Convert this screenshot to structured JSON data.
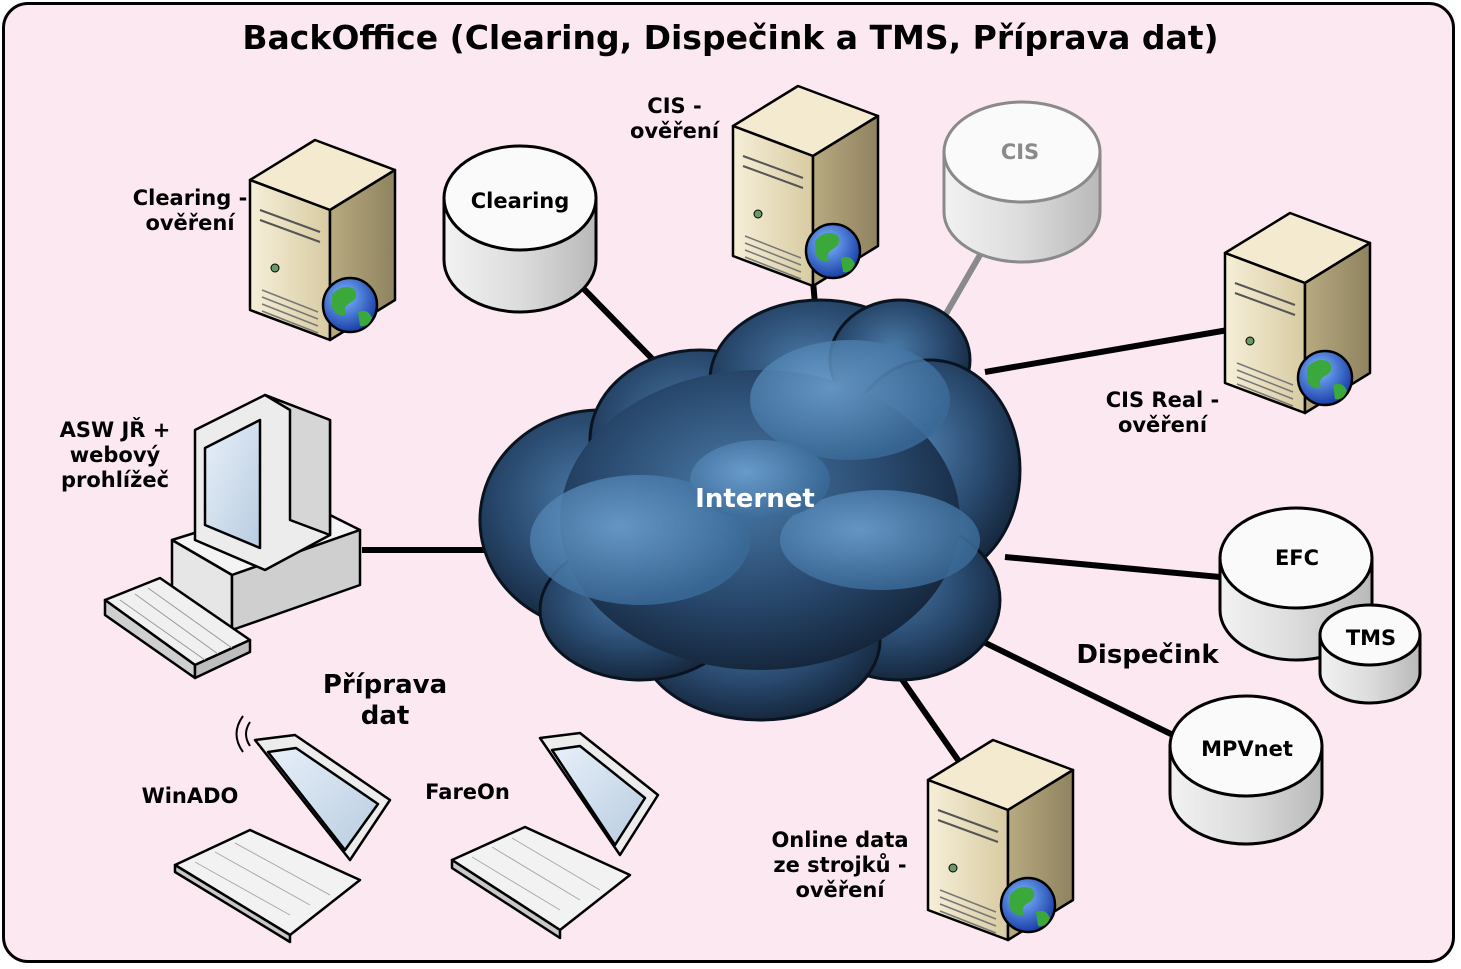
{
  "title": "BackOffice (Clearing, Dispečink a TMS, Příprava dat)",
  "cloud": {
    "label": "Internet"
  },
  "nodes": {
    "clearing_server": "Clearing -\nověření",
    "clearing_db": "Clearing",
    "cis_server": "CIS -\nověření",
    "cis_db": "CIS",
    "cis_real_server": "CIS Real -\nověření",
    "asw_pc": "ASW JŘ +\nwebový\nprohlížeč",
    "efc_db": "EFC",
    "tms_db": "TMS",
    "dispecink": "Dispečink",
    "mpvnet_db": "MPVnet",
    "online_server": "Online data\nze strojků -\nověření",
    "priprava_dat": "Příprava\ndat",
    "winado_laptop": "WinADO",
    "fareon_laptop": "FareOn"
  }
}
